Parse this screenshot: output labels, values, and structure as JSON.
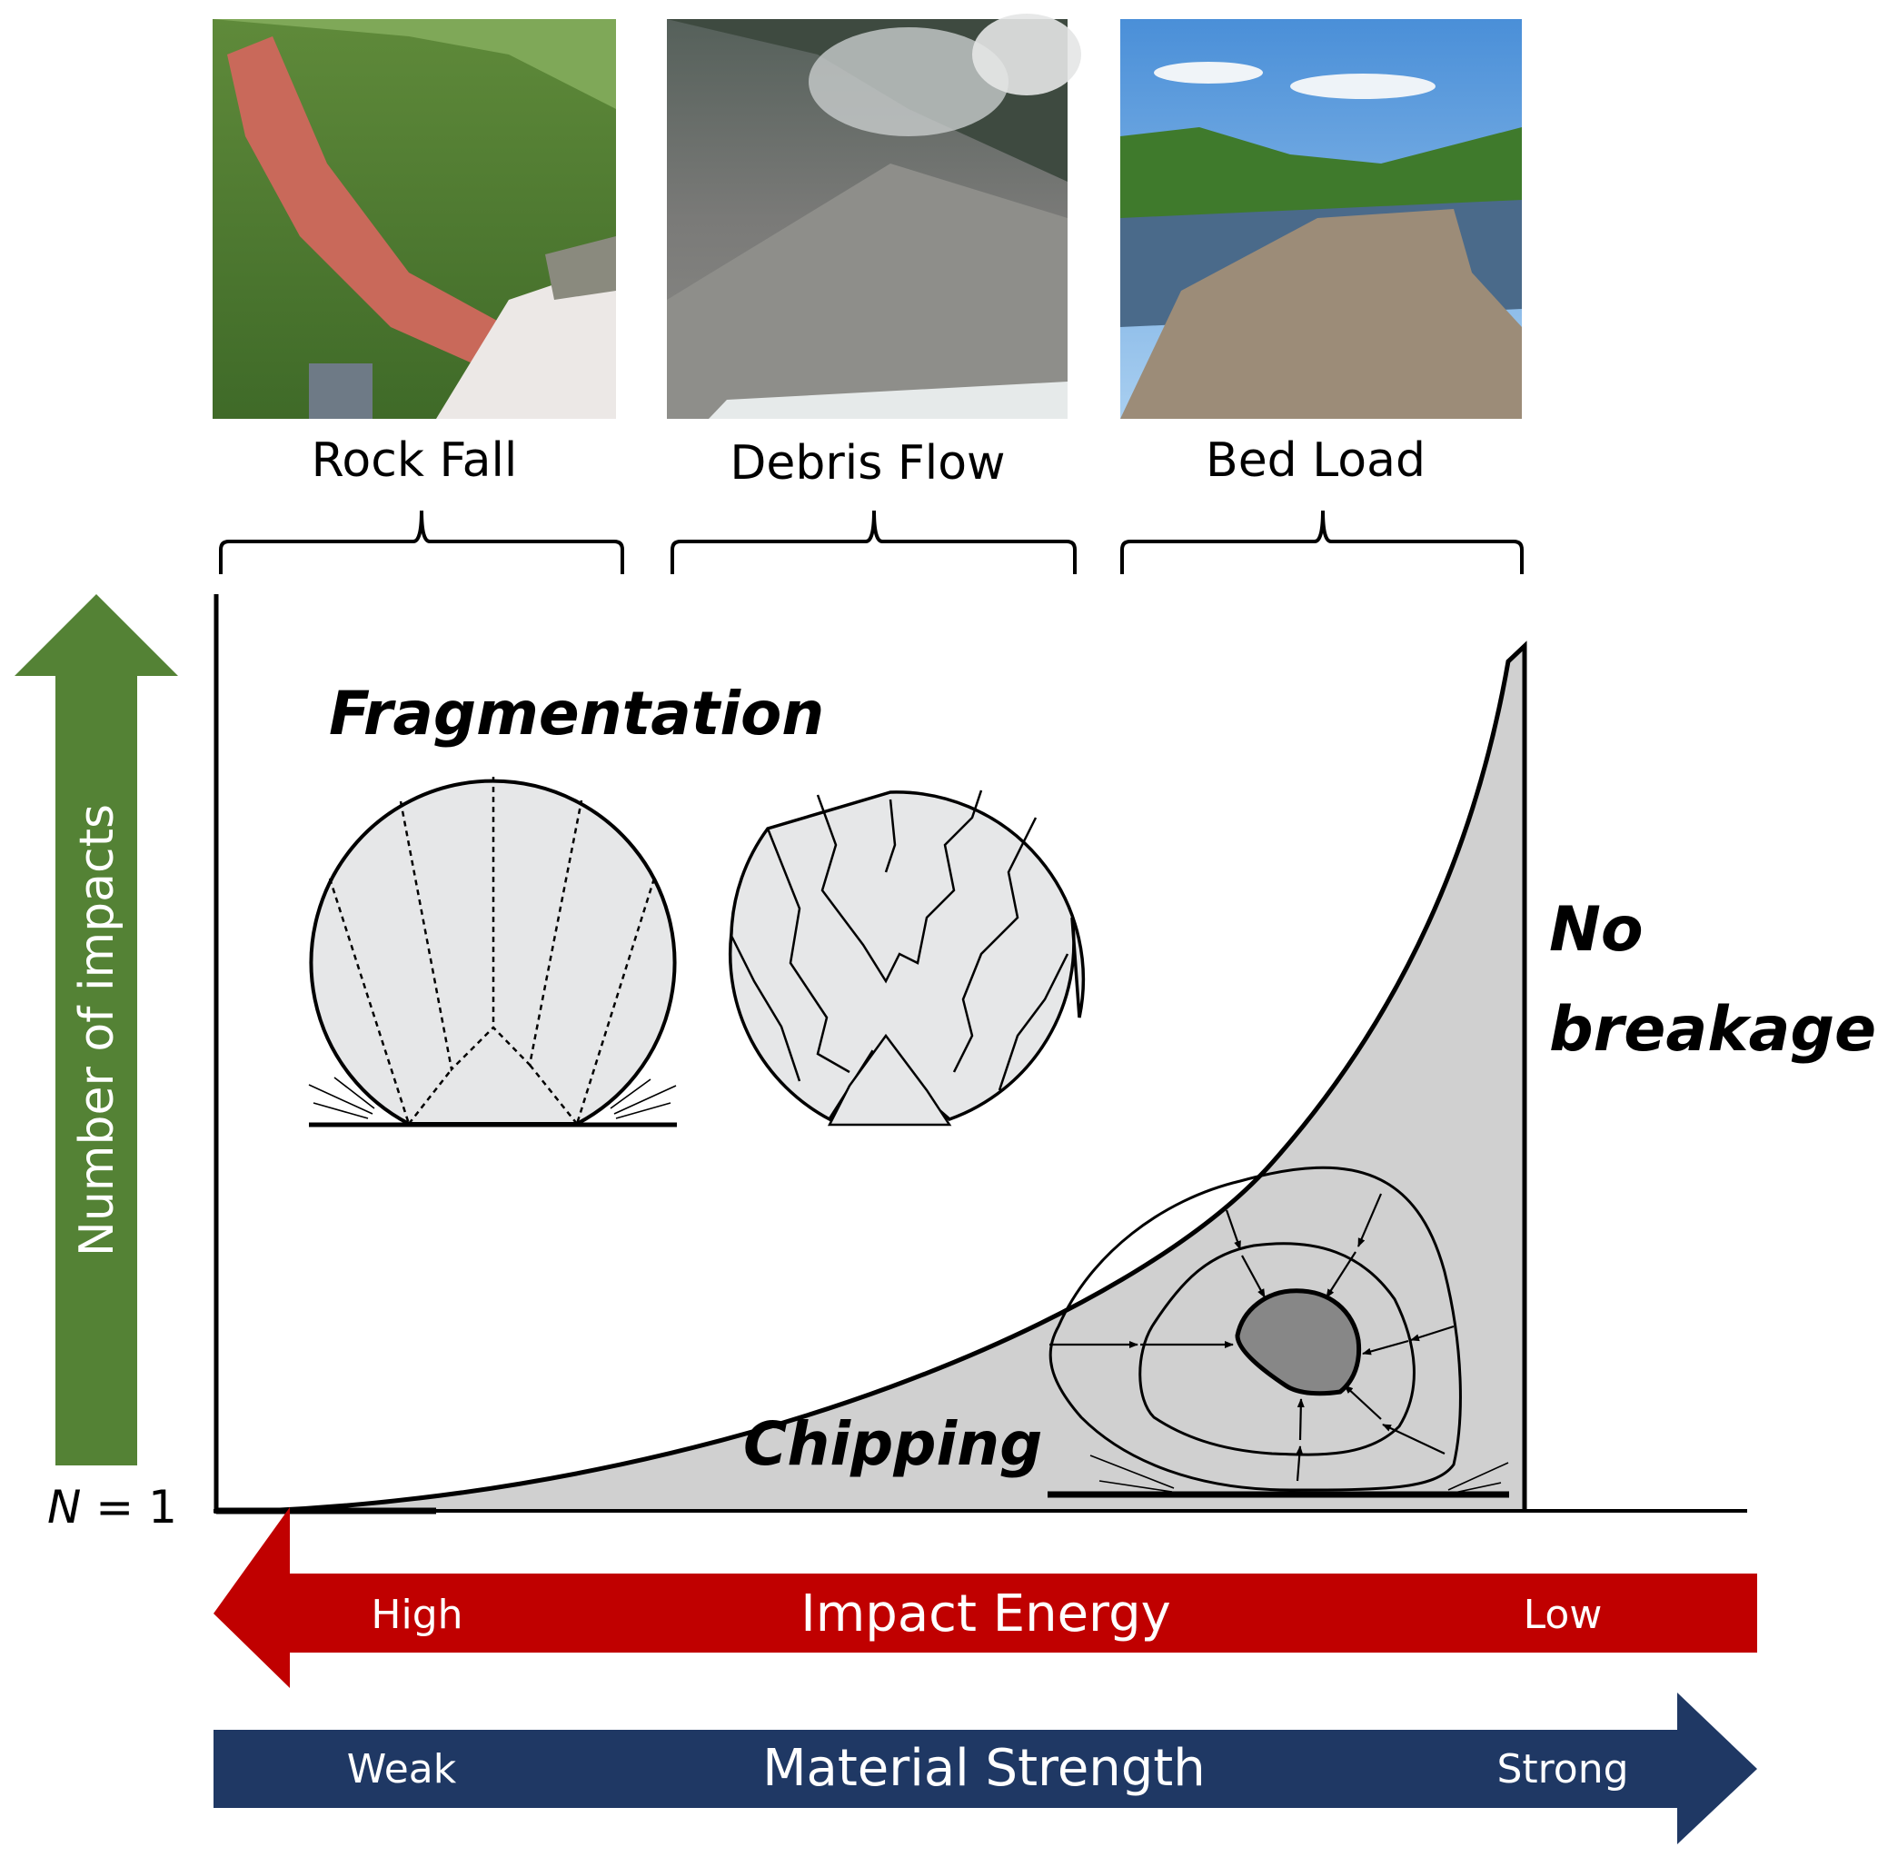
{
  "photos": [
    {
      "label": "Rock Fall",
      "scene": "red-cliff-landslide"
    },
    {
      "label": "Debris Flow",
      "scene": "grey-debris-slope"
    },
    {
      "label": "Bed Load",
      "scene": "river-gravel-bar"
    }
  ],
  "y_axis": {
    "label": "Number of impacts",
    "baseline_label_var": "N",
    "baseline_label_rest": " = 1"
  },
  "regions": {
    "fragmentation": "Fragmentation",
    "chipping": "Chipping",
    "no_breakage_line1": "No",
    "no_breakage_line2": "breakage"
  },
  "energy_arrow": {
    "title": "Impact Energy",
    "left": "High",
    "right": "Low",
    "direction": "left",
    "color": "#c00000"
  },
  "strength_arrow": {
    "title": "Material Strength",
    "left": "Weak",
    "right": "Strong",
    "direction": "right",
    "color": "#1f3864"
  },
  "colors": {
    "green_arrow": "#548235",
    "fill_gray": "#d0d0d0"
  }
}
